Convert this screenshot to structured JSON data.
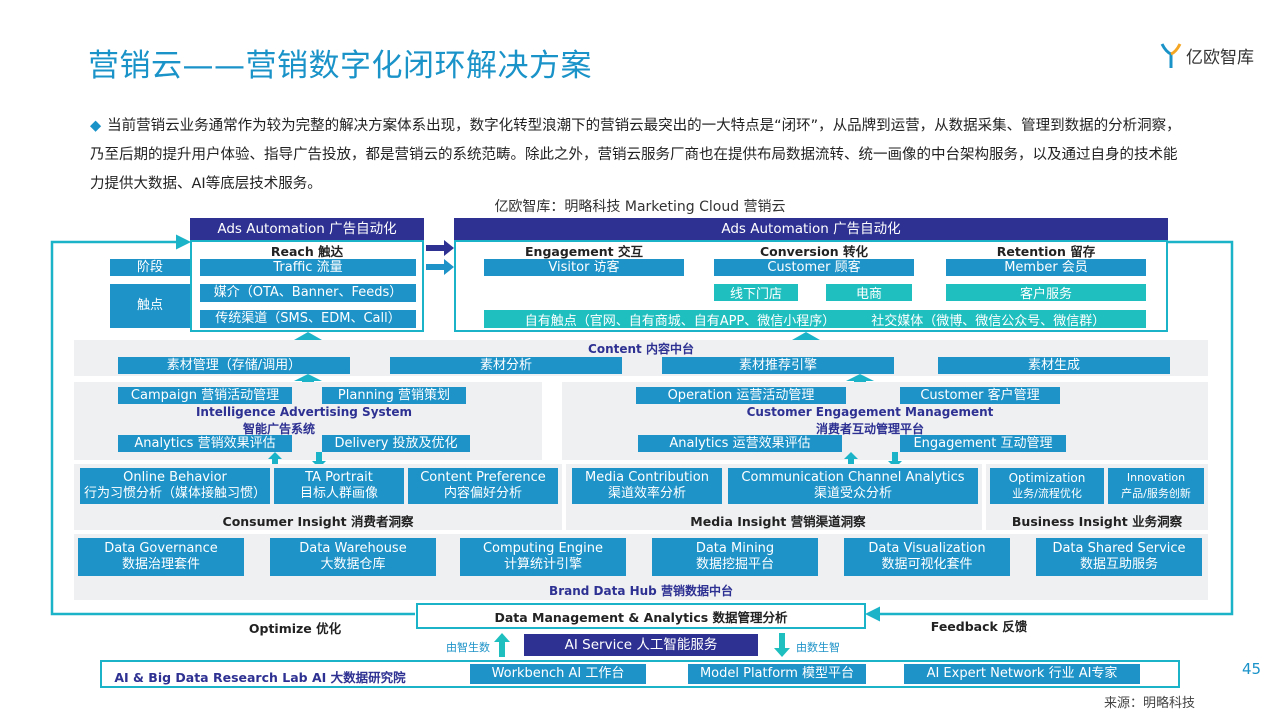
{
  "header": {
    "title": "营销云——营销数字化闭环解决方案",
    "logo_text": "亿欧智库",
    "bullet": "当前营销云业务通常作为较为完整的解决方案体系出现，数字化转型浪潮下的营销云最突出的一大特点是“闭环”，从品牌到运营，从数据采集、管理到数据的分析洞察，乃至后期的提升用户体验、指导广告投放，都是营销云的系统范畴。除此之外，营销云服务厂商也在提供布局数据流转、统一画像的中台架构服务，以及通过自身的技术能力提供大数据、AI等底层技术服务。",
    "diagram_caption": "亿欧智库：明略科技 Marketing Cloud 营销云"
  },
  "ads": {
    "left_header": "Ads Automation 广告自动化",
    "right_header": "Ads Automation 广告自动化",
    "stage_label": "阶段",
    "touch_label": "触点",
    "reach": {
      "title": "Reach 触达",
      "stage": "Traffic 流量",
      "touch1": "媒介（OTA、Banner、Feeds）",
      "touch2": "传统渠道（SMS、EDM、Call）"
    },
    "engagement": {
      "title": "Engagement 交互",
      "stage": "Visitor 访客"
    },
    "conversion": {
      "title": "Conversion 转化",
      "stage": "Customer 顾客",
      "touch1": "线下门店",
      "touch2": "电商"
    },
    "retention": {
      "title": "Retention 留存",
      "stage": "Member 会员",
      "touch1": "客户服务"
    },
    "own_touch": "自有触点（官网、自有商城、自有APP、微信小程序）",
    "social_touch": "社交媒体（微博、微信公众号、微信群）"
  },
  "content": {
    "title": "Content 内容中台",
    "items": [
      "素材管理（存储/调用）",
      "素材分析",
      "素材推荐引擎",
      "素材生成"
    ]
  },
  "ias": {
    "campaign": "Campaign 营销活动管理",
    "planning": "Planning 营销策划",
    "title_en": "Intelligence Advertising System",
    "title_cn": "智能广告系统",
    "analytics": "Analytics 营销效果评估",
    "delivery": "Delivery 投放及优化"
  },
  "cem": {
    "operation": "Operation 运营活动管理",
    "customer": "Customer 客户管理",
    "title_en": "Customer Engagement Management",
    "title_cn": "消费者互动管理平台",
    "analytics": "Analytics 运营效果评估",
    "engagement": "Engagement 互动管理"
  },
  "insight": {
    "consumer": {
      "title": "Consumer Insight 消费者洞察",
      "items": [
        {
          "en": "Online Behavior",
          "cn": "行为习惯分析（媒体接触习惯）"
        },
        {
          "en": "TA Portrait",
          "cn": "目标人群画像"
        },
        {
          "en": "Content Preference",
          "cn": "内容偏好分析"
        }
      ]
    },
    "media": {
      "title": "Media Insight 营销渠道洞察",
      "items": [
        {
          "en": "Media Contribution",
          "cn": "渠道效率分析"
        },
        {
          "en": "Communication Channel Analytics",
          "cn": "渠道受众分析"
        }
      ]
    },
    "business": {
      "title": "Business Insight 业务洞察",
      "items": [
        {
          "en": "Optimization",
          "cn": "业务/流程优化"
        },
        {
          "en": "Innovation",
          "cn": "产品/服务创新"
        }
      ]
    }
  },
  "hub": {
    "title": "Brand Data Hub 营销数据中台",
    "items": [
      {
        "en": "Data Governance",
        "cn": "数据治理套件"
      },
      {
        "en": "Data Warehouse",
        "cn": "大数据仓库"
      },
      {
        "en": "Computing Engine",
        "cn": "计算统计引擎"
      },
      {
        "en": "Data Mining",
        "cn": "数据挖掘平台"
      },
      {
        "en": "Data Visualization",
        "cn": "数据可视化套件"
      },
      {
        "en": "Data Shared Service",
        "cn": "数据互助服务"
      }
    ]
  },
  "bottom": {
    "dma": "Data Management & Analytics 数据管理分析",
    "optimize": "Optimize 优化",
    "feedback": "Feedback 反馈",
    "zhi_to_data": "由智生数",
    "data_to_zhi": "由数生智",
    "ai_service": "AI Service 人工智能服务",
    "lab": "AI & Big Data Research Lab AI 大数据研究院",
    "workbench": "Workbench AI 工作台",
    "model_platform": "Model Platform  模型平台",
    "expert_network": "AI Expert Network  行业 AI专家"
  },
  "footer": {
    "page_number": "45",
    "source": "来源：明略科技"
  },
  "colors": {
    "title": "#1a93c9",
    "navy": "#2e3192",
    "blue": "#1e93c8",
    "teal": "#1fbfbf",
    "frame": "#1ab3c8"
  }
}
